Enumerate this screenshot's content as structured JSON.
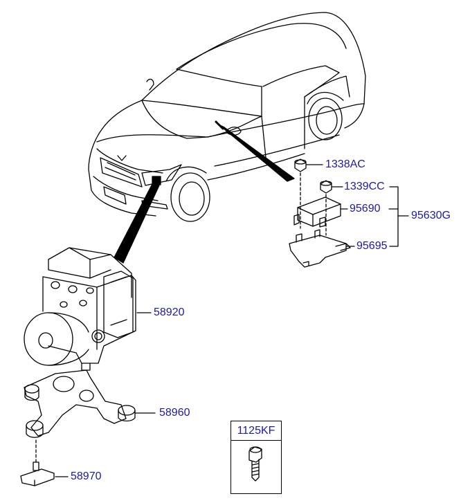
{
  "labels": {
    "p1338ac": "1338AC",
    "p1339cc": "1339CC",
    "p95690": "95690",
    "p95630g": "95630G",
    "p95695": "95695",
    "p58920": "58920",
    "p58960": "58960",
    "p58970": "58970",
    "p1125kf": "1125KF"
  },
  "colors": {
    "label": "#1a1aa6",
    "line": "#000000"
  }
}
